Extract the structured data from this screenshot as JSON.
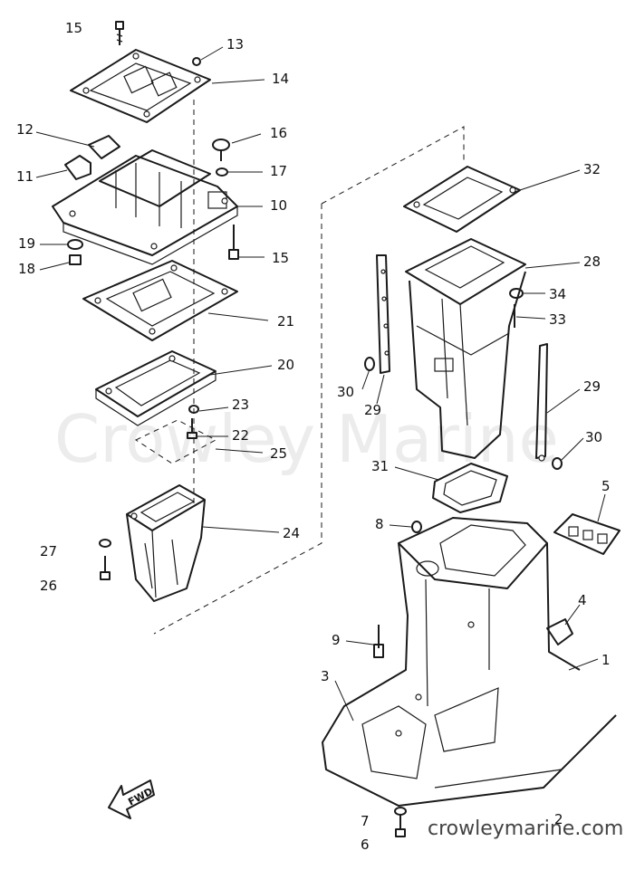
{
  "watermark": "Crowley Marine",
  "website": "crowleymarine.com",
  "fwd_label": "FWD",
  "callouts": [
    "15",
    "13",
    "14",
    "12",
    "11",
    "16",
    "17",
    "10",
    "19",
    "18",
    "15",
    "21",
    "20",
    "23",
    "22",
    "25",
    "24",
    "27",
    "26",
    "32",
    "28",
    "34",
    "33",
    "30",
    "29",
    "29",
    "30",
    "31",
    "5",
    "8",
    "9",
    "4",
    "3",
    "1",
    "7",
    "6",
    "2"
  ]
}
